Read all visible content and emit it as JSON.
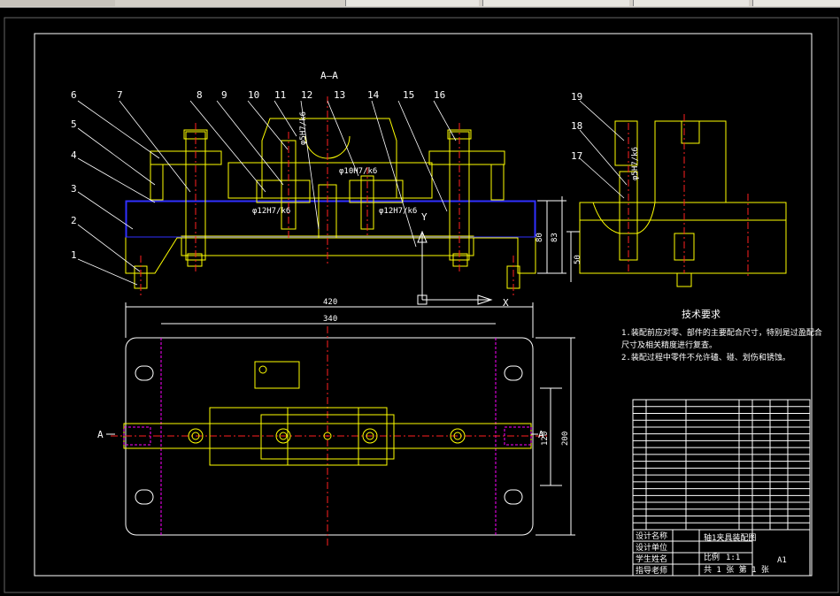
{
  "window": {
    "tabs": [
      "",
      "",
      "",
      "",
      ""
    ]
  },
  "section_label": "A—A",
  "part_numbers": [
    "1",
    "2",
    "3",
    "4",
    "5",
    "6",
    "7",
    "8",
    "9",
    "10",
    "11",
    "12",
    "13",
    "14",
    "15",
    "16",
    "17",
    "18",
    "19"
  ],
  "dimensions": {
    "d420": "420",
    "d340": "340",
    "d80": "80",
    "d83": "83",
    "d50": "50",
    "d120": "120",
    "d200": "200",
    "fit1": "φ12H7/k6",
    "fit2": "φ10H7/k6",
    "fit3": "φ12H7/k6",
    "fit4": "φ5H7/k6",
    "fit5": "φ5H7/k6"
  },
  "axis": {
    "y": "Y",
    "x": "X"
  },
  "section_marks": {
    "left": "A",
    "right": "A"
  },
  "tech": {
    "title": "技术要求",
    "line1": "1.装配前应对零、部件的主要配合尺寸，特别是过盈配合",
    "line2": "尺寸及相关精度进行复查。",
    "line3": "2.装配过程中零件不允许磕、碰、划伤和锈蚀。"
  },
  "title_block": {
    "name": "轴1夹具装配图",
    "scale_label": "比例",
    "scale": "1:1",
    "sheet": "共 1 张 第 1 张",
    "size": "A1",
    "labels": [
      "设计名称",
      "设计单位",
      "学生姓名",
      "指导老师"
    ]
  }
}
